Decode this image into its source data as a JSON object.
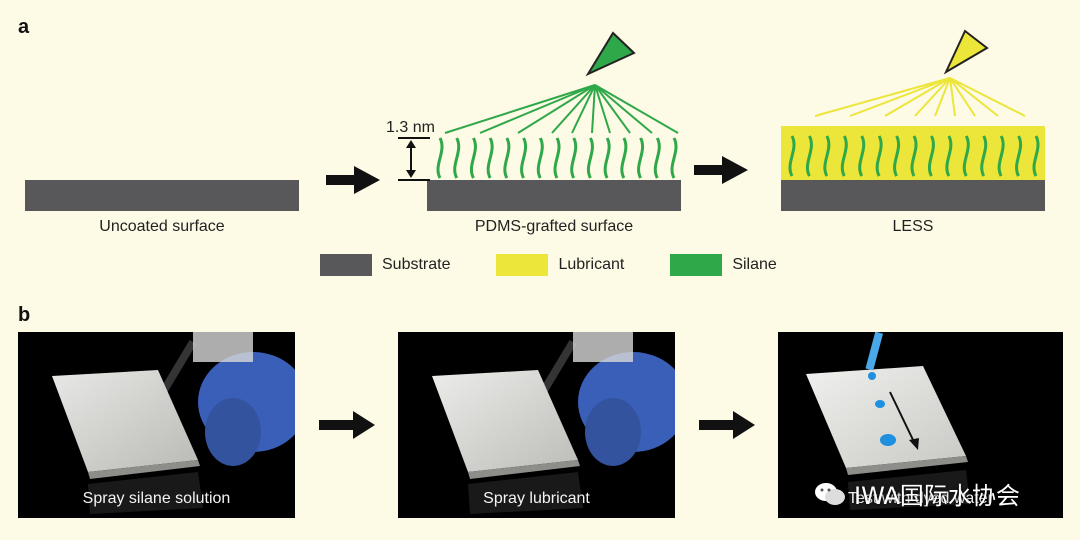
{
  "panels": {
    "a": "a",
    "b": "b"
  },
  "diagram": {
    "stage1_label": "Uncoated surface",
    "stage2_label": "PDMS-grafted surface",
    "stage3_label": "LESS",
    "thickness_label": "1.3 nm"
  },
  "legend": {
    "items": [
      {
        "label": "Substrate",
        "color": "#58585a"
      },
      {
        "label": "Lubricant",
        "color": "#ece53a"
      },
      {
        "label": "Silane",
        "color": "#2fa84a"
      }
    ]
  },
  "photos": {
    "captions": [
      "Spray silane solution",
      "Spray lubricant",
      "Test with dyed water"
    ]
  },
  "watermark": {
    "text": "IWA国际水协会"
  },
  "colors": {
    "background": "#fdfae6",
    "substrate": "#58585a",
    "lubricant": "#ece53a",
    "silane": "#2fa84a",
    "arrow": "#111111",
    "glove": "#3a5fb8",
    "droplet": "#1f8fe0"
  }
}
